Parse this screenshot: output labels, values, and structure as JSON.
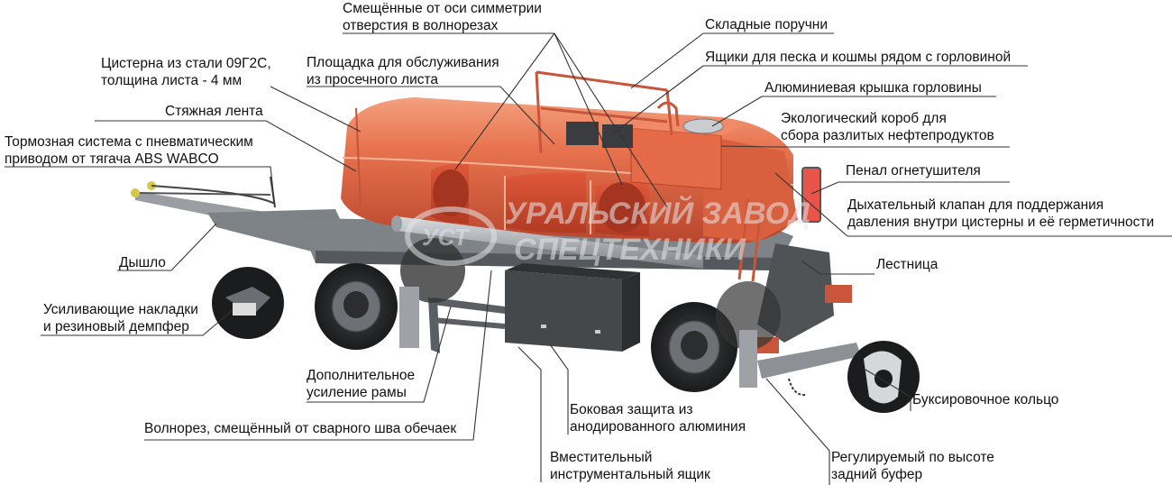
{
  "watermark": {
    "line1": "УРАЛЬСКИЙ ЗАВОД",
    "line2": "СПЕЦТЕХНИКИ",
    "logo": "УСТ"
  },
  "labels": {
    "tank_steel": [
      "Цистерна из стали 09Г2С,",
      "толщина листа - 4 мм"
    ],
    "strap": [
      "Стяжная лента"
    ],
    "brakes": [
      "Тормозная система с пневматическим",
      "приводом от тягача ABS WABCO"
    ],
    "drawbar": [
      "Дышло"
    ],
    "overlays": [
      "Усиливающие накладки",
      "и резиновый демпфер"
    ],
    "frame_reinforcement": [
      "Дополнительное",
      "усиление рамы"
    ],
    "breakwater_offset": [
      "Волнорез, смещённый от сварного шва обечаек"
    ],
    "toolbox": [
      "Вместительный",
      "инструментальный ящик"
    ],
    "side_protection": [
      "Боковая защита из",
      "анодированного алюминия"
    ],
    "rear_bumper": [
      "Регулируемый по высоте",
      "задний буфер"
    ],
    "tow_ring": [
      "Буксировочное кольцо"
    ],
    "ladder": [
      "Лестница"
    ],
    "breather_valve": [
      "Дыхательный клапан для поддержания",
      "давления внутри цистерны и её герметичности"
    ],
    "extinguisher": [
      "Пенал огнетушителя"
    ],
    "eco_box": [
      "Экологический короб для",
      "сбора разлитых нефтепродуктов"
    ],
    "hatch_cover": [
      "Алюминиевая крышка горловины"
    ],
    "sand_boxes": [
      "Ящики для песка и кошмы рядом с горловиной"
    ],
    "handrails": [
      "Складные поручни"
    ],
    "holes_offset": [
      "Смещённые от оси симметрии",
      "отверстия в волнорезах"
    ],
    "platform": [
      "Площадка для обслуживания",
      "из просечного листа"
    ]
  },
  "colors": {
    "tank": "#e8734f",
    "tank_dark": "#c9553a",
    "tank_inner": "#d9482b",
    "frame": "#8d9196",
    "frame_dark": "#55595e",
    "wheel": "#2b2c2e",
    "box": "#3f4245",
    "line": "#333333"
  }
}
